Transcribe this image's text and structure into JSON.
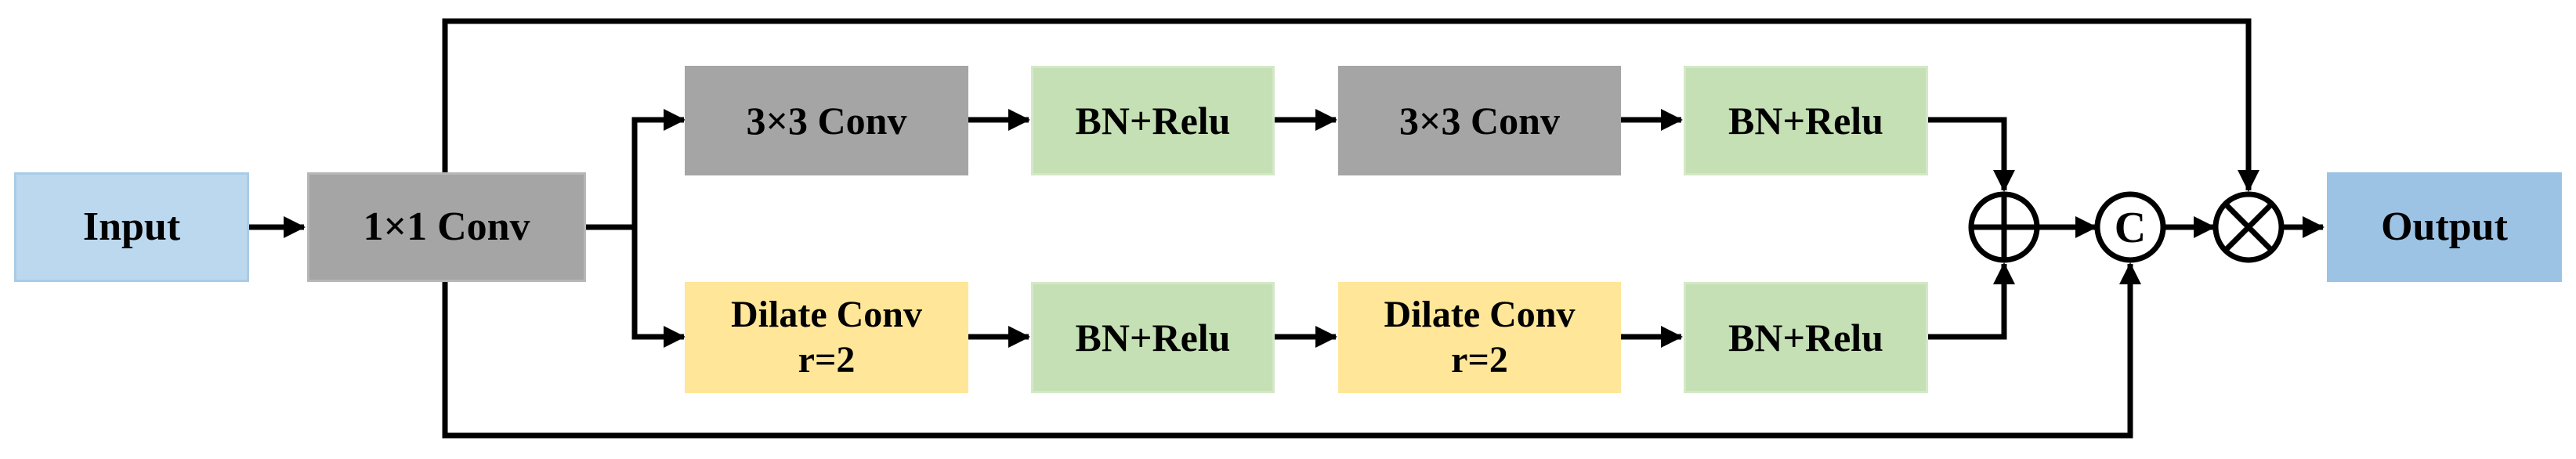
{
  "colors": {
    "input": "#bcd8ee",
    "output": "#9cc3e4",
    "conv_gray": "#a5a5a5",
    "conv_dark": "#999999",
    "bn_green": "#c5e0b4",
    "dilate_yellow": "#ffe699",
    "line": "#000000"
  },
  "blocks": {
    "input": "Input",
    "conv1x1": "1×1 Conv",
    "conv3x3_a": "3×3 Conv",
    "bn_relu_a": "BN+Relu",
    "conv3x3_b": "3×3 Conv",
    "bn_relu_b": "BN+Relu",
    "dilate_a_line1": "Dilate Conv",
    "dilate_a_line2": "r=2",
    "bn_relu_c": "BN+Relu",
    "dilate_b_line1": "Dilate Conv",
    "dilate_b_line2": "r=2",
    "bn_relu_d": "BN+Relu",
    "output": "Output"
  },
  "operators": {
    "add_icon": "circle-plus",
    "concat_label": "C",
    "multiply_icon": "circle-times"
  }
}
